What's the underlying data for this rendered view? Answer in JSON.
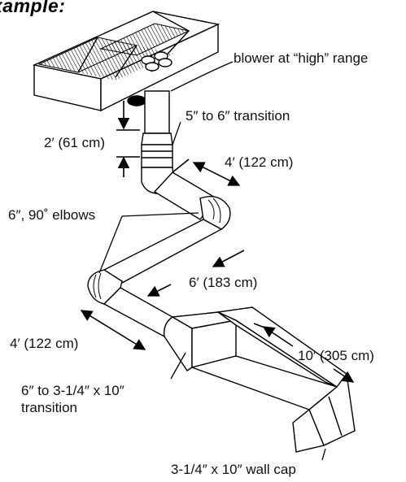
{
  "heading": "xample:",
  "labels": {
    "blower": "blower at “high” range",
    "transition_5_6": "5″ to 6″ transition",
    "height_2ft": "2′ (61 cm)",
    "run_4ft_upper": "4′ (122 cm)",
    "elbows": "6″, 90˚ elbows",
    "run_6ft": "6′ (183 cm)",
    "run_4ft_lower": "4′ (122 cm)",
    "run_10ft": "10′ (305 cm)",
    "transition_6_rect_line1": "6″ to 3-1/4″ x 10″",
    "transition_6_rect_line2": "transition",
    "wall_cap": "3-1/4″ x 10″ wall cap"
  }
}
